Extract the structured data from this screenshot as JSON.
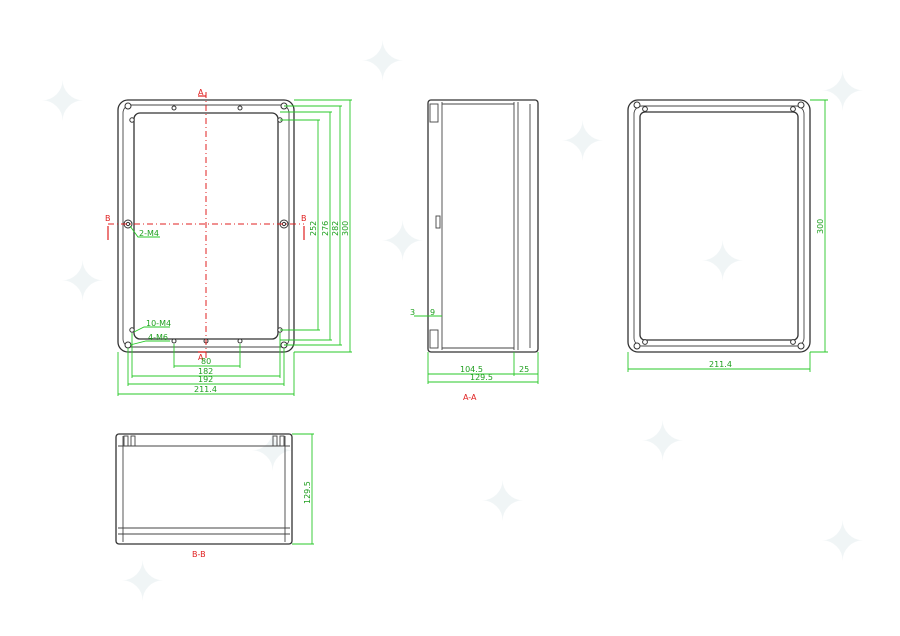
{
  "top_view": {
    "dim_300": "300",
    "dim_282": "282",
    "dim_276": "276",
    "dim_252": "252",
    "dim_80": "80",
    "dim_182": "182",
    "dim_192": "192",
    "dim_211_4": "211.4",
    "note_2m4": "2-M4",
    "note_10m4": "10-M4",
    "note_4m6": "4-M6",
    "section_a": "A",
    "section_b": "B"
  },
  "section_aa": {
    "dim_3": "3",
    "dim_9": "9",
    "dim_104_5": "104.5",
    "dim_25": "25",
    "dim_129_5": "129.5",
    "title": "A-A"
  },
  "right_view": {
    "dim_300": "300",
    "dim_211_4": "211.4"
  },
  "section_bb": {
    "dim_129_5": "129.5",
    "title": "B-B"
  },
  "colors": {
    "outline": "#333333",
    "dimension": "#28c828",
    "section": "#e02020"
  }
}
